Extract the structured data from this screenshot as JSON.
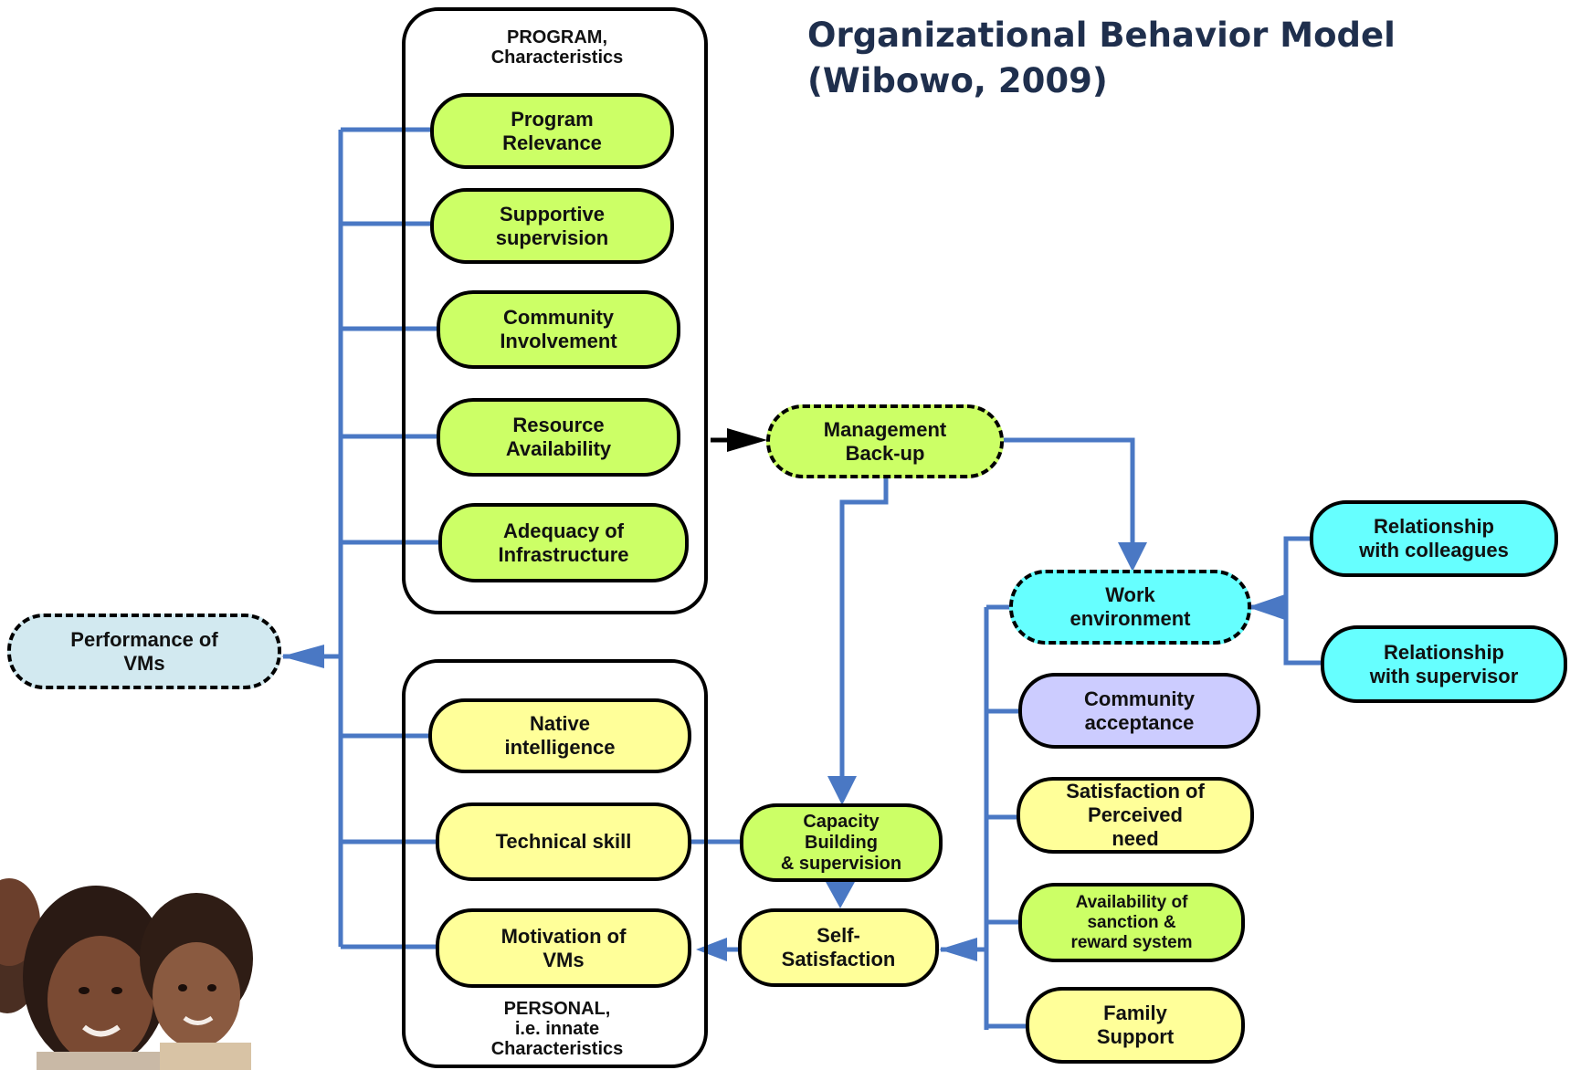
{
  "title": {
    "line1": "Organizational Behavior Model",
    "line2": "(Wibowo, 2009)"
  },
  "groups": {
    "program": {
      "line1": "PROGRAM,",
      "line2": "Characteristics"
    },
    "personal": {
      "line1": "PERSONAL,",
      "line2": "i.e. innate",
      "line3": "Characteristics"
    }
  },
  "nodes": {
    "program_relevance": [
      "Program",
      "Relevance"
    ],
    "supportive_supervision": [
      "Supportive",
      "supervision"
    ],
    "community_involvement": [
      "Community",
      "Involvement"
    ],
    "resource_availability": [
      "Resource",
      "Availability"
    ],
    "adequacy_infrastructure": [
      "Adequacy of",
      "Infrastructure"
    ],
    "management_backup": [
      "Management",
      "Back-up"
    ],
    "performance": [
      "Performance of",
      "VMs"
    ],
    "native_intelligence": [
      "Native",
      "intelligence"
    ],
    "technical_skill": [
      "Technical skill"
    ],
    "motivation": [
      "Motivation of",
      "VMs"
    ],
    "capacity_building": [
      "Capacity",
      "Building",
      "& supervision"
    ],
    "self_satisfaction": [
      "Self-",
      "Satisfaction"
    ],
    "work_environment": [
      "Work",
      "environment"
    ],
    "community_acceptance": [
      "Community",
      "acceptance"
    ],
    "satisfaction_need": [
      "Satisfaction of",
      "Perceived",
      "need"
    ],
    "sanction_reward": [
      "Availability of",
      "sanction &",
      "reward system"
    ],
    "family_support": [
      "Family",
      "Support"
    ],
    "rel_colleagues": [
      "Relationship",
      "with colleagues"
    ],
    "rel_supervisor": [
      "Relationship",
      "with supervisor"
    ]
  },
  "colors": {
    "connector": "#4a78c4",
    "green_node": "#ccff66",
    "yellow_node": "#ffff99",
    "cyan_node": "#66ffff",
    "lavender_node": "#ccccff",
    "pale_blue_node": "#d2e9f0"
  }
}
